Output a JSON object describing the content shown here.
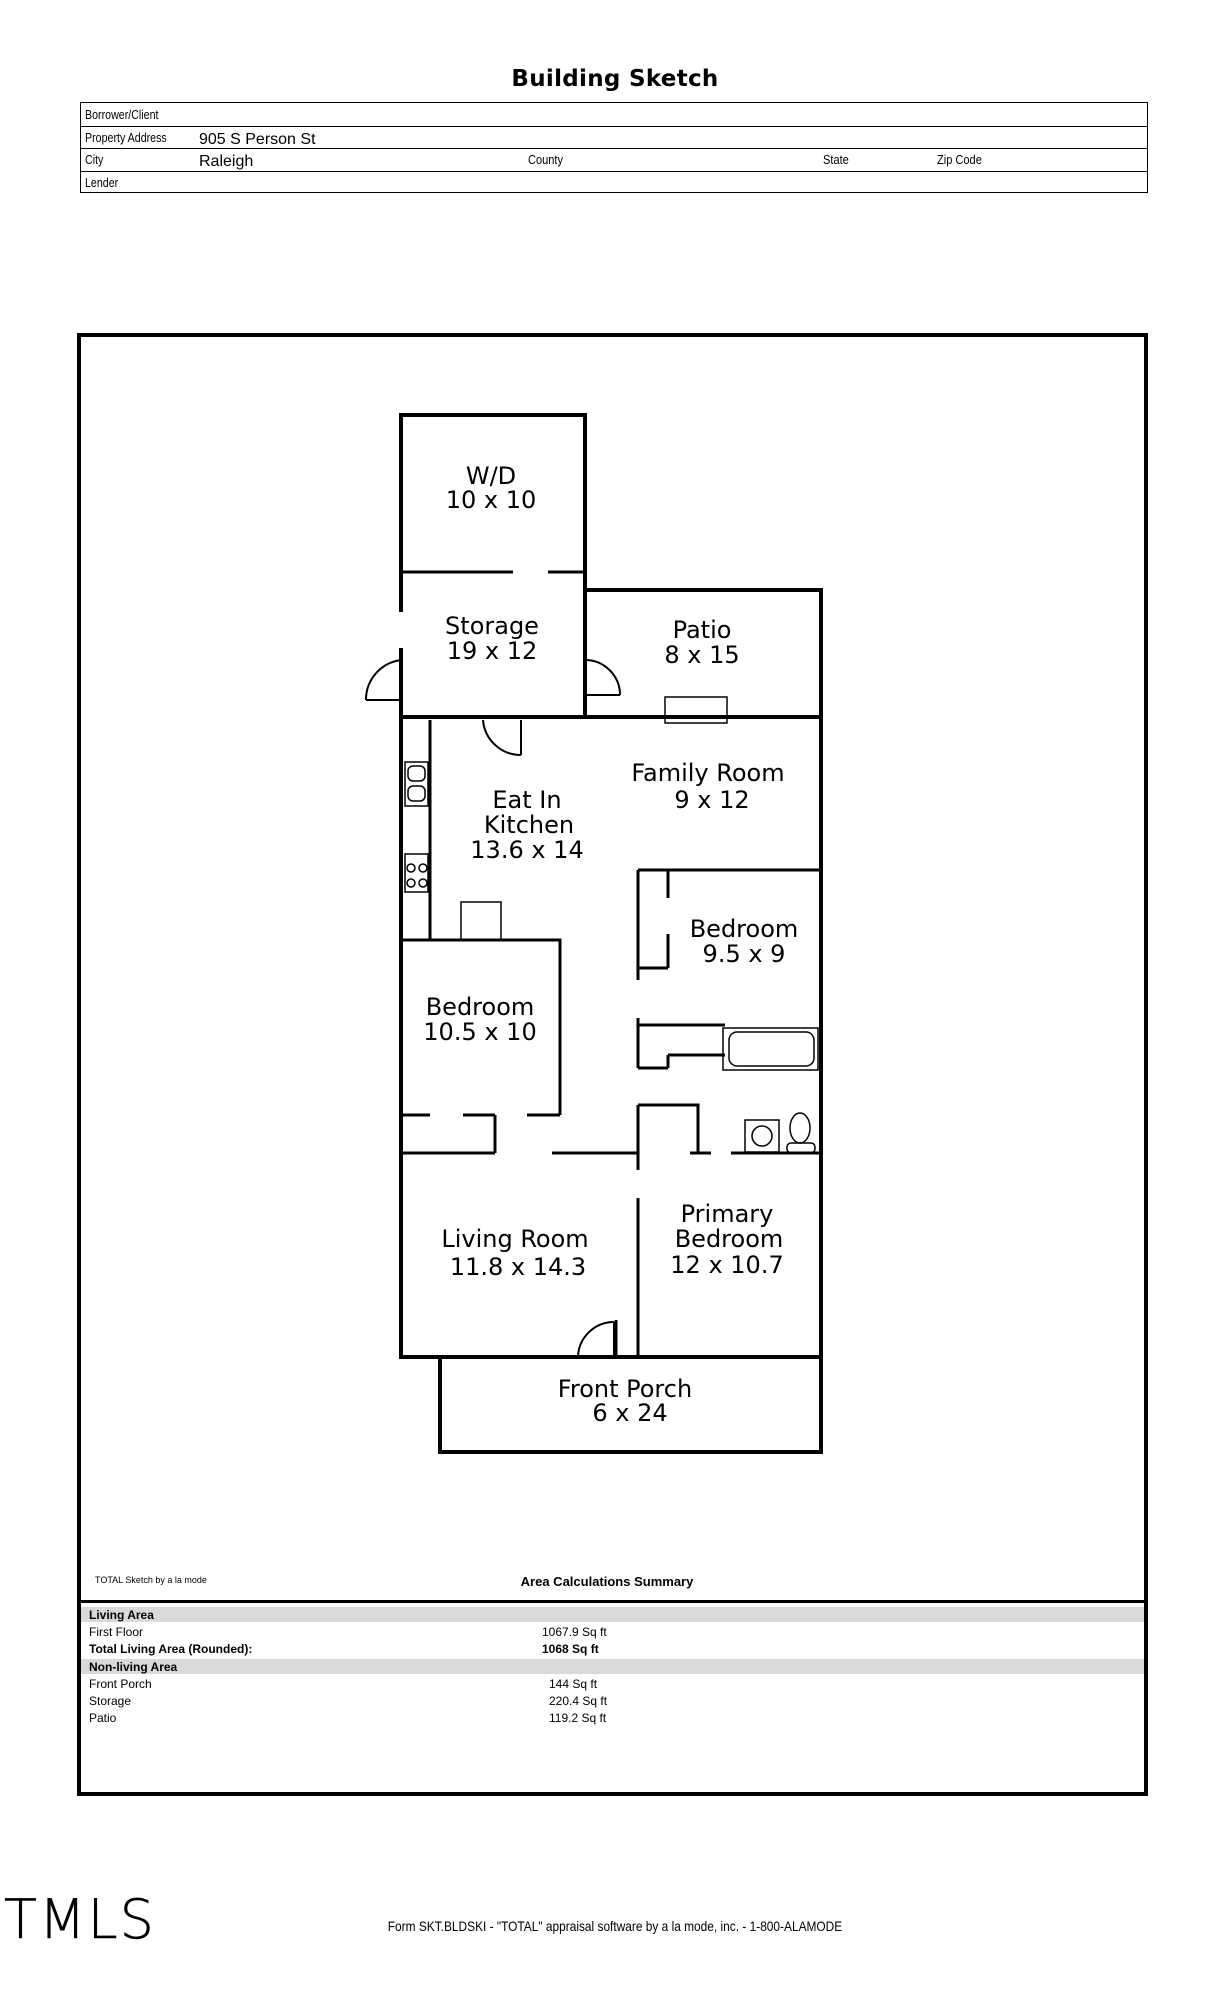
{
  "title": "Building Sketch",
  "header": {
    "borrower_label": "Borrower/Client",
    "borrower_value": "",
    "address_label": "Property Address",
    "address_value": "905 S Person St",
    "city_label": "City",
    "city_value": "Raleigh",
    "county_label": "County",
    "state_label": "State",
    "zip_label": "Zip Code",
    "lender_label": "Lender"
  },
  "rooms": [
    {
      "name": "W/D",
      "dims": "10 x 10"
    },
    {
      "name": "Storage",
      "dims": "19 x 12"
    },
    {
      "name": "Patio",
      "dims": "8 x 15"
    },
    {
      "name": "Family Room",
      "dims": "9 x 12"
    },
    {
      "name": "Eat In",
      "name2": "Kitchen",
      "dims": "13.6 x 14"
    },
    {
      "name": "Bedroom",
      "dims": "9.5 x 9"
    },
    {
      "name": "Bedroom",
      "dims": "10.5 x 10"
    },
    {
      "name": "Living Room",
      "dims": "11.8 x 14.3"
    },
    {
      "name": "Primary",
      "name2": "Bedroom",
      "dims": "12 x 10.7"
    },
    {
      "name": "Front Porch",
      "dims": "6 x 24"
    }
  ],
  "sketch_credit": "TOTAL Sketch by a la mode",
  "summary": {
    "title": "Area Calculations Summary",
    "living_label": "Living Area",
    "first_floor_label": "First Floor",
    "first_floor_value": "1067.9 Sq ft",
    "total_label": "Total Living Area (Rounded):",
    "total_value": "1068 Sq ft",
    "nonliving_label": "Non-living Area",
    "porch_label": "Front Porch",
    "porch_value": "144 Sq ft",
    "storage_label": "Storage",
    "storage_value": "220.4 Sq ft",
    "patio_label": "Patio",
    "patio_value": "119.2 Sq ft"
  },
  "footer": "Form SKT.BLDSKI - \"TOTAL\" appraisal software by a la mode, inc. - 1-800-ALAMODE",
  "logo_text": "TMLS"
}
